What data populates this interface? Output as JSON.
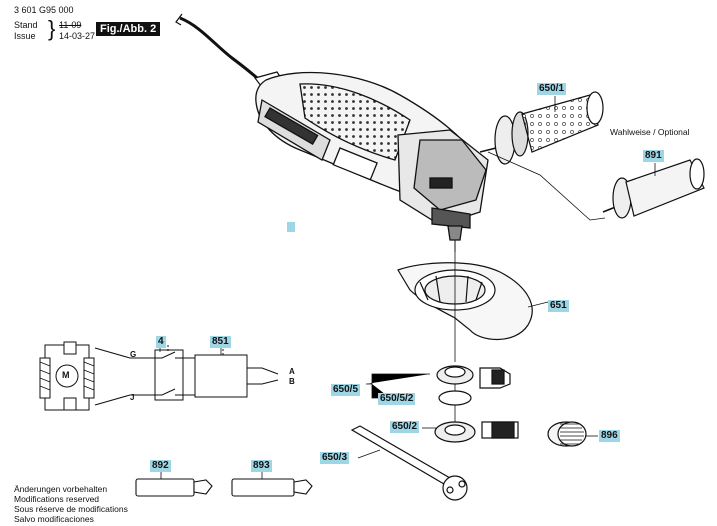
{
  "header": {
    "doc_number": "3 601 G95 000",
    "stand_label": "Stand",
    "stand_value": "11-09",
    "issue_label": "Issue",
    "issue_value": "14-03-27",
    "figure": "Fig./Abb. 2"
  },
  "labels": {
    "p650_1": "650/1",
    "optional": "Wahlweise / Optional",
    "p891": "891",
    "p651": "651",
    "p4": "4",
    "p851": "851",
    "p650_5": "650/5",
    "p650_5_2": "650/5/2",
    "p650_2": "650/2",
    "p896": "896",
    "p650_3": "650/3",
    "p892": "892",
    "p893": "893"
  },
  "schematic": {
    "motor": "M",
    "g": "G",
    "j": "J",
    "a": "A",
    "b": "B"
  },
  "footer": [
    "Änderungen vorbehalten",
    "Modifications reserved",
    "Sous réserve de modifications",
    "Salvo modificaciones"
  ]
}
